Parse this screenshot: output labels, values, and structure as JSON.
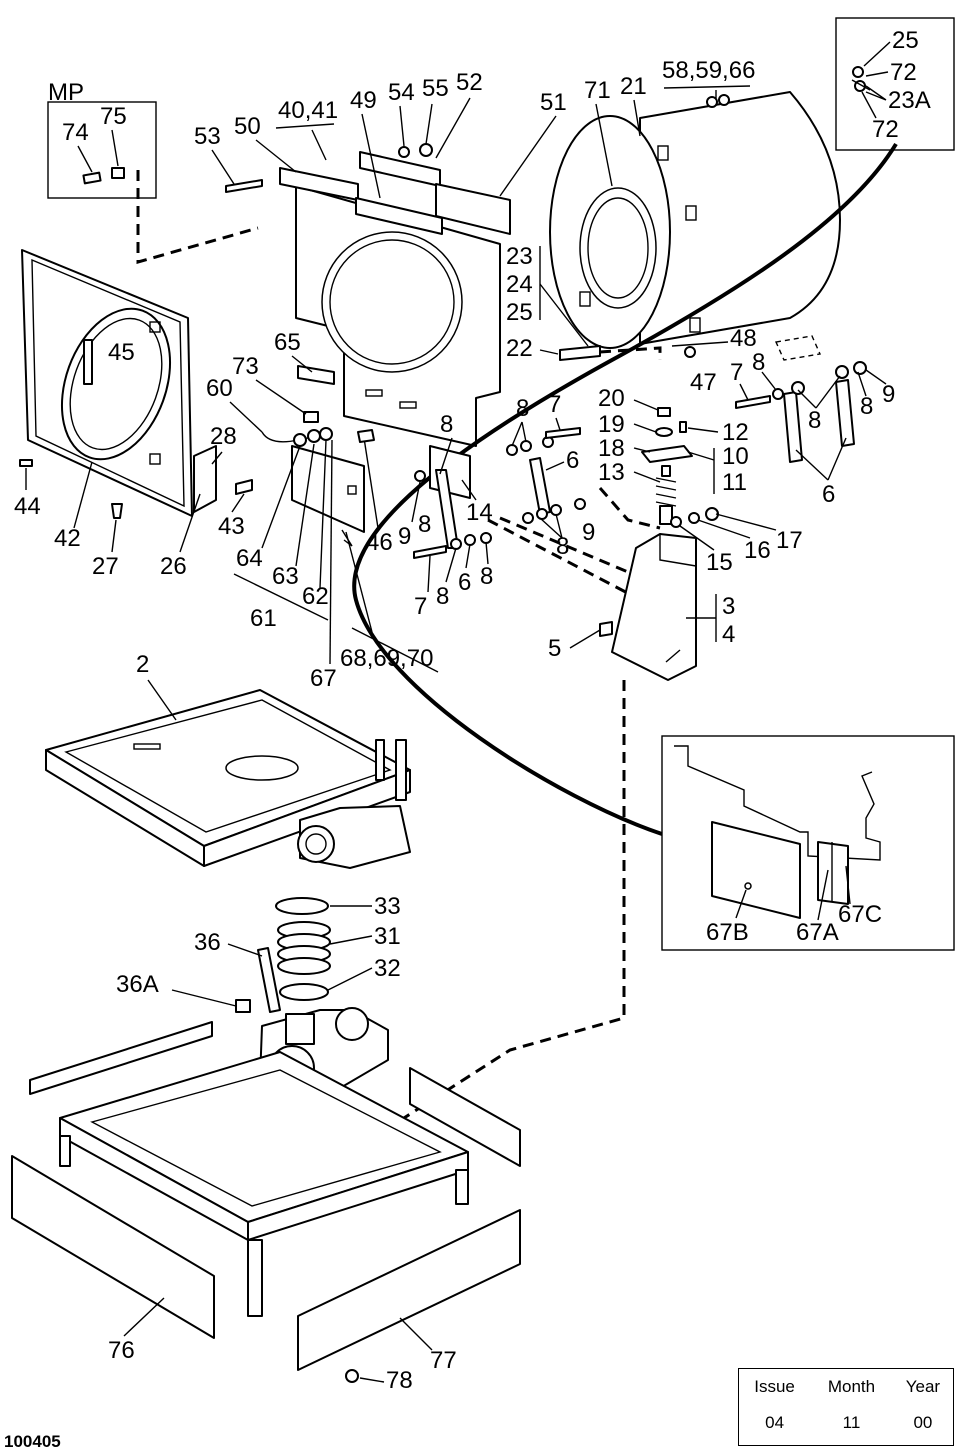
{
  "title": "MP",
  "document_number": "100405",
  "part_labels": {
    "p2": "2",
    "p3": "3",
    "p4": "4",
    "p5": "5",
    "p6a": "6",
    "p6b": "6",
    "p6c": "6",
    "p7a": "7",
    "p7b": "7",
    "p7c": "7",
    "p8a": "8",
    "p8b": "8",
    "p8c": "8",
    "p8d": "8",
    "p8e": "8",
    "p8f": "8",
    "p8g": "8",
    "p8h": "8",
    "p8i": "8",
    "p9a": "9",
    "p9b": "9",
    "p9c": "9",
    "p10": "10",
    "p11": "11",
    "p12": "12",
    "p13": "13",
    "p14": "14",
    "p15": "15",
    "p16": "16",
    "p17": "17",
    "p18": "18",
    "p19": "19",
    "p20": "20",
    "p21": "21",
    "p22": "22",
    "p23": "23",
    "p24": "24",
    "p25": "25",
    "p25i": "25",
    "p72a": "72",
    "p23Ai": "23A",
    "p72b": "72",
    "p26": "26",
    "p27": "27",
    "p28": "28",
    "p31": "31",
    "p32": "32",
    "p33": "33",
    "p36": "36",
    "p36A": "36A",
    "p4041": "40,41",
    "p42": "42",
    "p43": "43",
    "p44": "44",
    "p45": "45",
    "p46": "46",
    "p47": "47",
    "p48": "48",
    "p49": "49",
    "p50": "50",
    "p51": "51",
    "p52": "52",
    "p53": "53",
    "p54": "54",
    "p55": "55",
    "p585966": "58,59,66",
    "p60": "60",
    "p61": "61",
    "p62": "62",
    "p63": "63",
    "p64": "64",
    "p65": "65",
    "p67": "67",
    "p686970": "68,69,70",
    "p71": "71",
    "p73": "73",
    "p74": "74",
    "p75": "75",
    "p76": "76",
    "p77": "77",
    "p78": "78",
    "p67A": "67A",
    "p67B": "67B",
    "p67C": "67C"
  },
  "revision_table": {
    "headers": [
      "Issue",
      "Month",
      "Year"
    ],
    "values": [
      "04",
      "11",
      "00"
    ]
  }
}
